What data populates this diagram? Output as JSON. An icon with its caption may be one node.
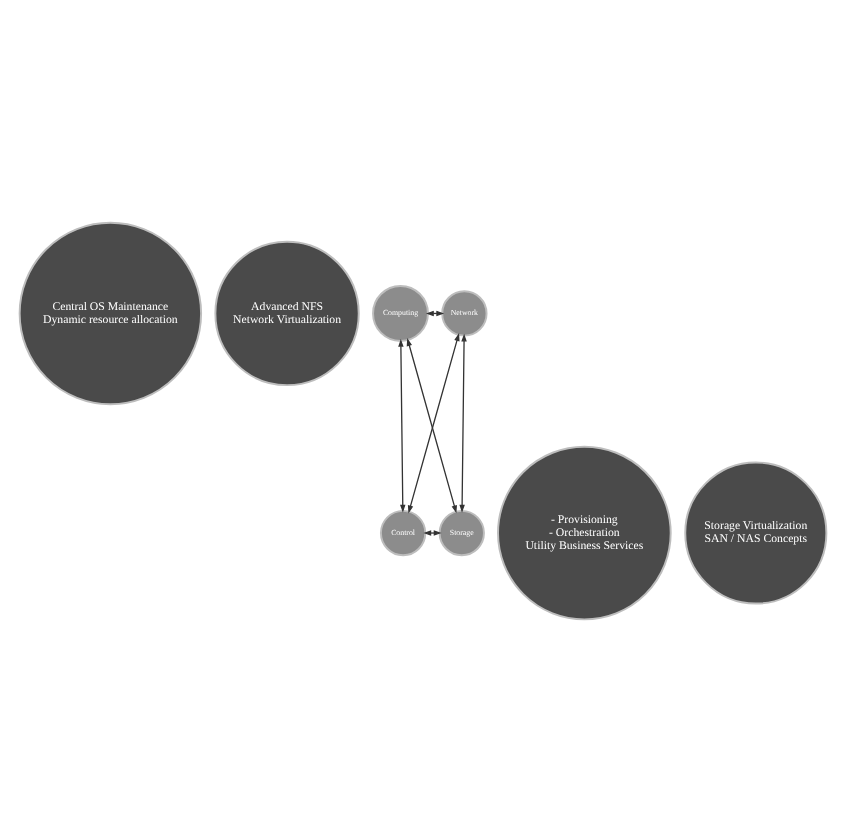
{
  "diagram": {
    "nodes": [
      {
        "text": [
          "Central OS Maintenance",
          "Dynamic resource allocation"
        ]
      },
      {
        "text": [
          "Advanced NFS",
          "Network Virtualization"
        ]
      },
      {
        "text": [
          "Computing"
        ]
      },
      {
        "text": [
          "Network"
        ]
      },
      {
        "text": [
          "Control"
        ]
      },
      {
        "text": [
          "Storage"
        ]
      },
      {
        "text": [
          "- Provisioning",
          "- Orchestration",
          "Utility Business Services"
        ]
      },
      {
        "text": [
          "Storage Virtualization",
          "SAN / NAS Concepts"
        ]
      }
    ],
    "edges": [
      {
        "from": 2,
        "to": 3,
        "arrow": "both"
      },
      {
        "from": 2,
        "to": 4,
        "arrow": "both"
      },
      {
        "from": 3,
        "to": 5,
        "arrow": "both"
      },
      {
        "from": 2,
        "to": 5,
        "arrow": "both"
      },
      {
        "from": 3,
        "to": 4,
        "arrow": "both"
      },
      {
        "from": 4,
        "to": 5,
        "arrow": "both"
      }
    ]
  }
}
